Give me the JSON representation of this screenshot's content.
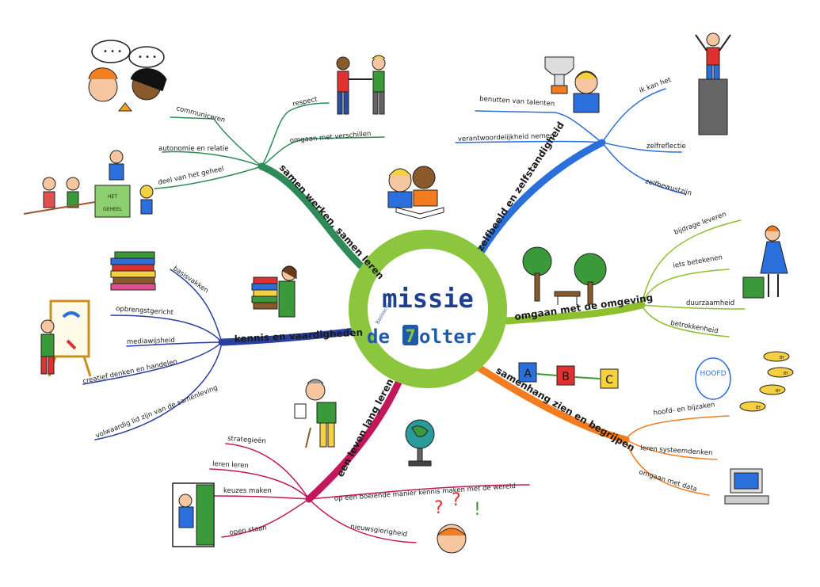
{
  "center": {
    "title": "missie",
    "logo_left": "de",
    "logo_right": "olter",
    "logo_numeral": "7",
    "logo_arc": "Basisschool",
    "colors": {
      "ring": "#8cc63f",
      "inner": "#ffffff",
      "title": "#1e3f8f",
      "logo": "#1e5aa8"
    }
  },
  "branches": [
    {
      "id": "samen",
      "label": "samen werken, samen leren",
      "color": "#2e8b57",
      "items": [
        "respect",
        "omgaan met verschillen",
        "communiceren",
        "autonomie en relatie",
        "deel van het geheel"
      ]
    },
    {
      "id": "zelfbeeld",
      "label": "zelfbeeld en zelfstandigheid",
      "color": "#2a6fdb",
      "items": [
        "benutten van talenten",
        "verantwoordelijkheid nemen",
        "ik kan het",
        "zelfreflectie",
        "zelfbewustzijn"
      ]
    },
    {
      "id": "omgeving",
      "label": "omgaan met de omgeving",
      "color": "#8dbf2f",
      "items": [
        "bijdrage leveren",
        "iets betekenen",
        "duurzaamheid",
        "betrokkenheid"
      ]
    },
    {
      "id": "samenhang",
      "label": "samenhang zien en begrijpen",
      "color": "#f47c20",
      "items": [
        "hoofd- en bijzaken",
        "leren systeemdenken",
        "omgaan met data"
      ]
    },
    {
      "id": "leven",
      "label": "een leven lang leren",
      "color": "#c2185b",
      "items": [
        "strategieën",
        "leren leren",
        "keuzes maken",
        "open staan",
        "op een boeiende manier kennis maken met de wereld",
        "nieuwsgierigheid"
      ]
    },
    {
      "id": "kennis",
      "label": "kennis en vaardigheden",
      "color": "#2b3f9e",
      "items": [
        "basisvakken",
        "opbrengstgericht",
        "mediawijsheid",
        "creatief denken en handelen",
        "volwaardig lid zijn van de samenleving"
      ]
    }
  ],
  "illustrations": {
    "het_geheel_box": "HET GEHEEL",
    "abc_blocks": [
      "A",
      "B",
      "C"
    ],
    "hoofd_bubble": "HOOFD",
    "bee_labels": [
      "BY",
      "BY",
      "BY",
      "BY"
    ],
    "question_marks": [
      "?",
      "?",
      "!"
    ]
  }
}
